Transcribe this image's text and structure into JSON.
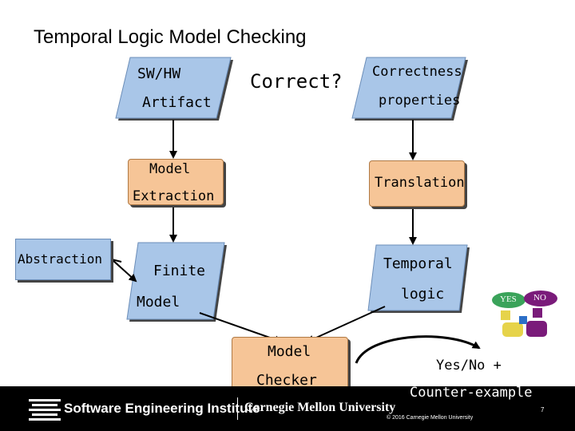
{
  "slide": {
    "title": "Temporal Logic Model Checking",
    "artifact": {
      "line1": "SW/HW",
      "line2": "Artifact"
    },
    "correct_q": "Correct?",
    "correctness": {
      "line1": "Correctness",
      "line2": "properties"
    },
    "model_extraction": {
      "line1": "Model",
      "line2": "Extraction"
    },
    "translation": "Translation",
    "abstraction": "Abstraction",
    "finite_model": {
      "line1": "Finite",
      "line2": "Model"
    },
    "temporal_logic": {
      "line1": "Temporal",
      "line2": "logic"
    },
    "model_checker": {
      "line1": "Model",
      "line2": "Checker"
    },
    "result": {
      "line1": "Yes/No +",
      "line2": "Counter-example"
    },
    "yes_label": "YES",
    "no_label": "NO"
  },
  "footer": {
    "org": "Software Engineering Institute",
    "university": "Carnegie Mellon University",
    "copyright": "© 2016 Carnegie Mellon University",
    "page_number": "7"
  },
  "colors": {
    "blue_box": "#a9c6e8",
    "orange_box": "#f6c597",
    "yes_badge": "#3aa35a",
    "no_badge": "#7a1b7a"
  }
}
